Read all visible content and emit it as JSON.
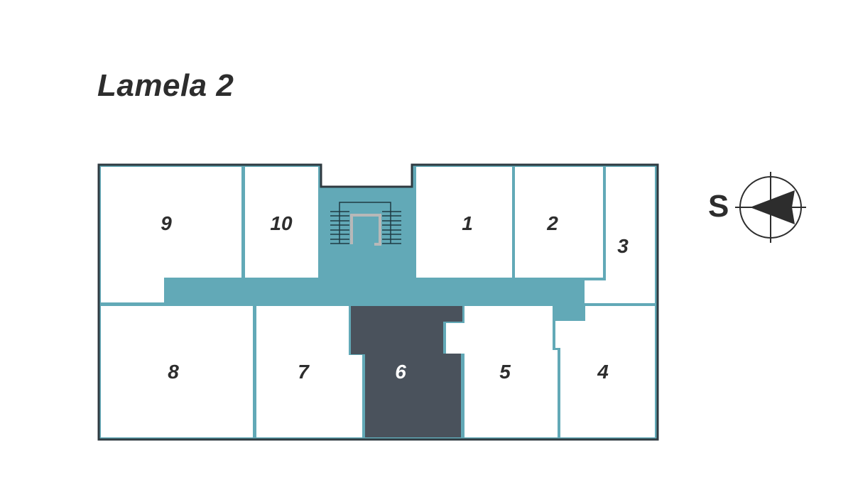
{
  "title": "Lamela 2",
  "colors": {
    "wall_outer": "#2f3a40",
    "wall_inner": "#62a9b7",
    "corridor": "#62a9b7",
    "unit_fill": "#ffffff",
    "selected_unit_fill": "#4a525c",
    "text": "#2d2d2d",
    "stair_lines": "#1e3a44",
    "stair_rail": "#b8b8b8"
  },
  "compass": {
    "label": "S",
    "icon": "compass-arrow-icon"
  },
  "units": [
    {
      "id": "1",
      "label": "1"
    },
    {
      "id": "2",
      "label": "2"
    },
    {
      "id": "3",
      "label": "3"
    },
    {
      "id": "4",
      "label": "4"
    },
    {
      "id": "5",
      "label": "5"
    },
    {
      "id": "6",
      "label": "6",
      "selected": true
    },
    {
      "id": "7",
      "label": "7"
    },
    {
      "id": "8",
      "label": "8"
    },
    {
      "id": "9",
      "label": "9"
    },
    {
      "id": "10",
      "label": "10"
    }
  ],
  "stairwell": {
    "icon": "stairs-icon"
  }
}
